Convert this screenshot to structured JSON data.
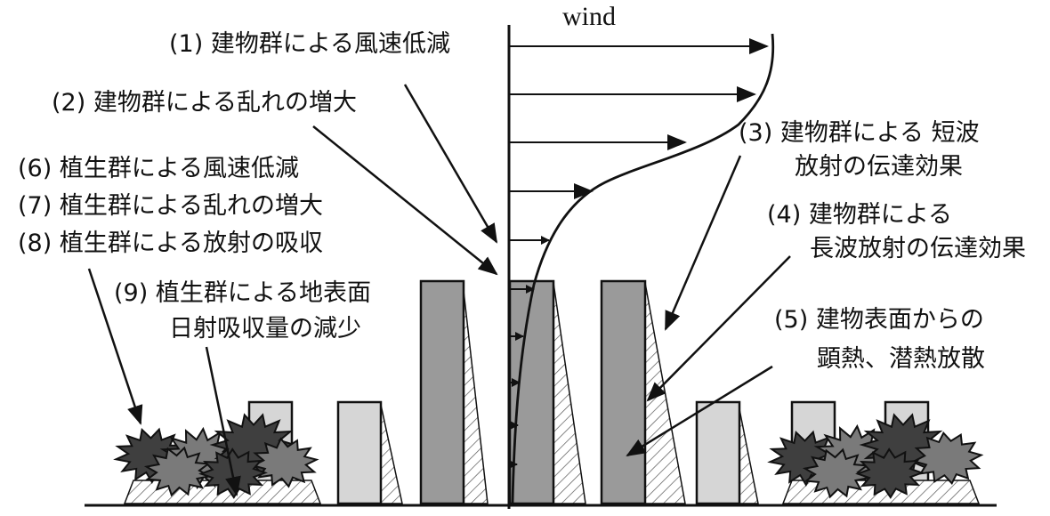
{
  "wind_label": "wind",
  "labels": {
    "l1": "(1) 建物群による風速低減",
    "l2": "(2) 建物群による乱れの増大",
    "l3a": "(3) 建物群による 短波",
    "l3b": "放射の伝達効果",
    "l4a": "(4) 建物群による",
    "l4b": "長波放射の伝達効果",
    "l5a": "(5) 建物表面からの",
    "l5b": "顕熱、潜熱放散",
    "l6": "(6) 植生群による風速低減",
    "l7": "(7) 植生群による乱れの増大",
    "l8": "(8) 植生群による放射の吸収",
    "l9a": "(9) 植生群による地表面",
    "l9b": "日射吸収量の減少"
  },
  "colors": {
    "building_dark": "#9a9a9a",
    "building_light": "#d6d6d6",
    "vegetation_dark": "#3f3f3f",
    "vegetation_mid": "#7a7a7a",
    "line": "#111111"
  }
}
